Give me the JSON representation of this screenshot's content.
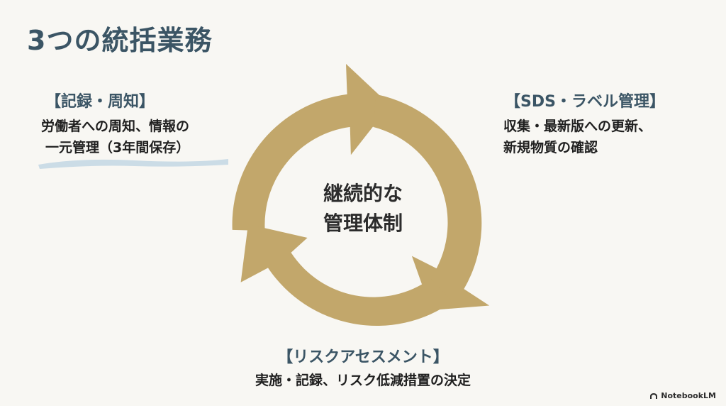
{
  "title": "3つの統括業務",
  "center": {
    "line1": "継続的な",
    "line2": "管理体制"
  },
  "left_box": {
    "heading": "【記録・周知】",
    "line1": "労働者への周知、情報の",
    "line2": "一元管理（3年間保存）"
  },
  "right_box": {
    "heading": "【SDS・ラベル管理】",
    "line1": "収集・最新版への更新、",
    "line2": "新規物質の確認"
  },
  "bottom_box": {
    "heading": "【リスクアセスメント】",
    "line1": "実施・記録、リスク低減措置の決定"
  },
  "watermark": "NotebookLM",
  "colors": {
    "arrow": "#c2a76b",
    "title": "#3b5565",
    "background": "#f8f7f3",
    "highlight": "#bcd3e2"
  }
}
